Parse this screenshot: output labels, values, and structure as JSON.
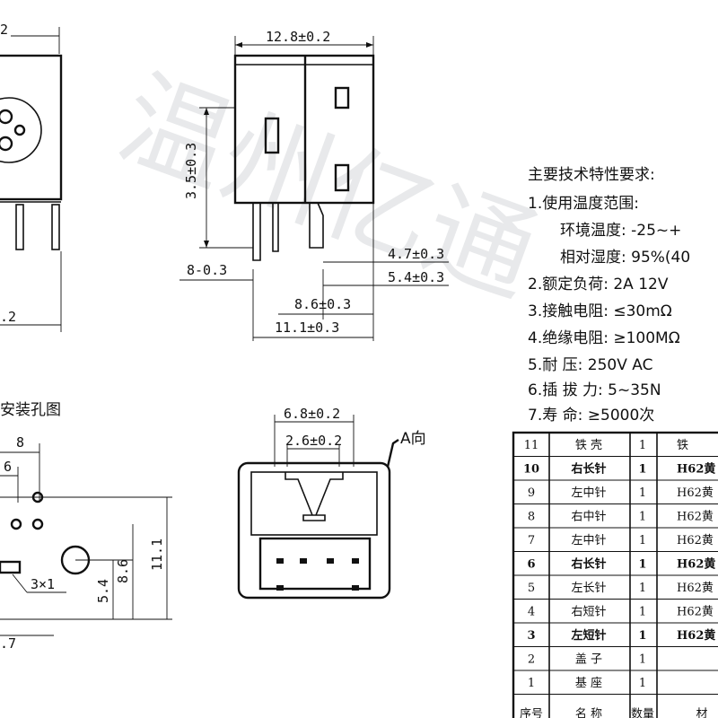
{
  "watermark": "温州亿通",
  "side_view": {
    "overall_width": "12.8±0.2",
    "height": "3.5±0.3",
    "pin_offset": "8-0.3",
    "dim_a": "4.7±0.3",
    "dim_b": "5.4±0.3",
    "dim_c": "8.6±0.3",
    "dim_d": "11.1±0.3"
  },
  "left_partial": {
    "top_label": "2",
    "bottom_label": ".2"
  },
  "mounting_hole": {
    "title": "安装孔图",
    "dim_8": "8",
    "dim_6": "6",
    "slot": "3×1",
    "dim_54": "5.4",
    "dim_86": "8.6",
    "dim_111": "11.1",
    "bottom": ".7"
  },
  "front_view": {
    "dim_outer": "6.8±0.2",
    "dim_inner": "2.6±0.2",
    "direction_label": "A向"
  },
  "specs": {
    "heading": "主要技术特性要求:",
    "lines": [
      "1.使用温度范围:",
      "环境温度: -25~+",
      "相对湿度: 95%(40",
      "2.额定负荷: 2A 12V",
      "3.接触电阻: ≤30mΩ",
      "4.绝缘电阻: ≥100MΩ",
      "5.耐    压: 250V AC",
      "6.插 拔 力: 5~35N",
      "7.寿    命: ≥5000次"
    ]
  },
  "bom": {
    "rows": [
      {
        "no": "11",
        "name": "铁 壳",
        "qty": "1",
        "mat": "铁",
        "bold": false
      },
      {
        "no": "10",
        "name": "右长针",
        "qty": "1",
        "mat": "H62黄",
        "bold": true
      },
      {
        "no": "9",
        "name": "左中针",
        "qty": "1",
        "mat": "H62黄",
        "bold": false
      },
      {
        "no": "8",
        "name": "右中针",
        "qty": "1",
        "mat": "H62黄",
        "bold": false
      },
      {
        "no": "7",
        "name": "左中针",
        "qty": "1",
        "mat": "H62黄",
        "bold": false
      },
      {
        "no": "6",
        "name": "右长针",
        "qty": "1",
        "mat": "H62黄",
        "bold": true
      },
      {
        "no": "5",
        "name": "左长针",
        "qty": "1",
        "mat": "H62黄",
        "bold": false
      },
      {
        "no": "4",
        "name": "右短针",
        "qty": "1",
        "mat": "H62黄",
        "bold": false
      },
      {
        "no": "3",
        "name": "左短针",
        "qty": "1",
        "mat": "H62黄",
        "bold": true
      },
      {
        "no": "2",
        "name": "盖 子",
        "qty": "1",
        "mat": "",
        "bold": false
      },
      {
        "no": "1",
        "name": "基 座",
        "qty": "1",
        "mat": "",
        "bold": false
      }
    ],
    "header": {
      "no": "序号",
      "name": "名 称",
      "qty": "数量",
      "mat": "材"
    }
  }
}
